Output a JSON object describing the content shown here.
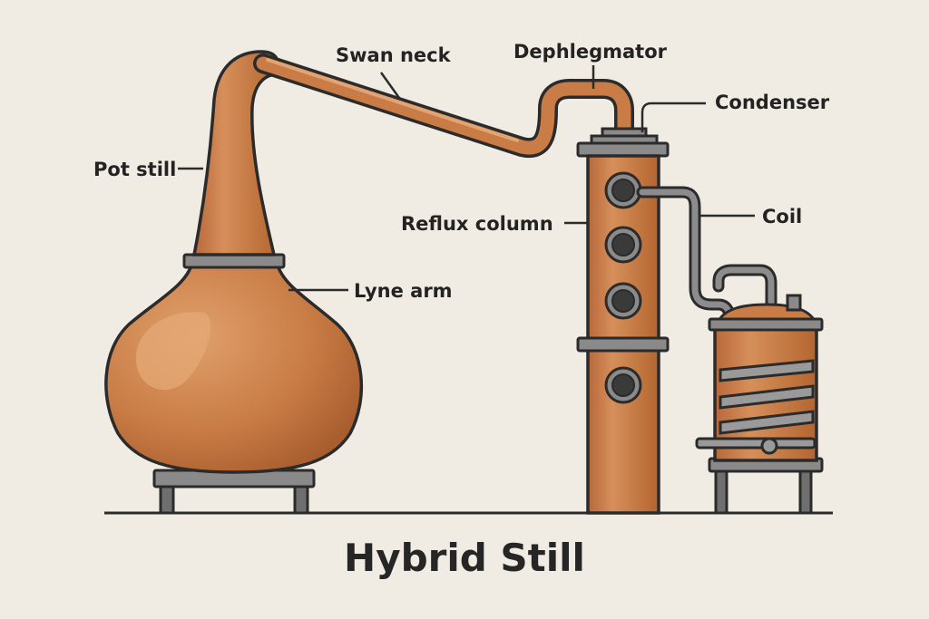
{
  "title": "Hybrid Still",
  "labels": {
    "pot_still": "Pot still",
    "swan_neck": "Swan neck",
    "dephlegmator": "Dephlegmator",
    "condenser": "Condenser",
    "reflux_column": "Reflux column",
    "lyne_arm": "Lyne arm",
    "coil": "Coil"
  },
  "colors": {
    "background": "#f1ece3",
    "copper": "#c77a44",
    "copper_highlight": "#dc9a66",
    "copper_shadow": "#a65e30",
    "steel": "#7e7e7e",
    "outline": "#2b2b2b"
  }
}
